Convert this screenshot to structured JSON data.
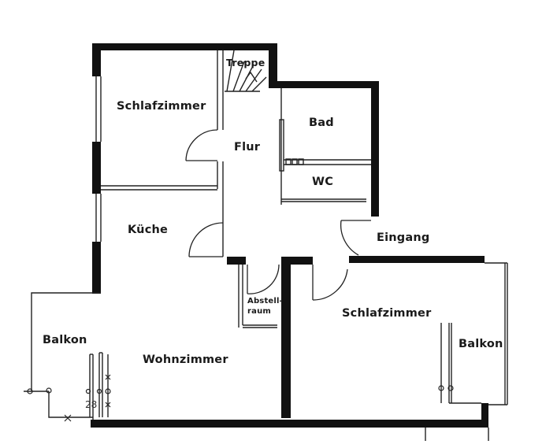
{
  "diagram": {
    "type": "floor-plan",
    "rooms": [
      {
        "id": "schlafzimmer_1",
        "label": "Schlafzimmer"
      },
      {
        "id": "treppe",
        "label": "Treppe"
      },
      {
        "id": "flur",
        "label": "Flur"
      },
      {
        "id": "bad",
        "label": "Bad"
      },
      {
        "id": "wc",
        "label": "WC"
      },
      {
        "id": "kueche",
        "label": "Küche"
      },
      {
        "id": "eingang",
        "label": "Eingang"
      },
      {
        "id": "abstellraum_1",
        "label": "Abstell-"
      },
      {
        "id": "abstellraum_2",
        "label": "raum"
      },
      {
        "id": "schlafzimmer_2",
        "label": "Schlafzimmer"
      },
      {
        "id": "balkon_1",
        "label": "Balkon"
      },
      {
        "id": "wohnzimmer",
        "label": "Wohnzimmer"
      },
      {
        "id": "balkon_2",
        "label": "Balkon"
      }
    ],
    "annotations": {
      "dimension": "28"
    },
    "colors": {
      "wall": "#111111",
      "line": "#222222",
      "background": "#ffffff"
    }
  }
}
